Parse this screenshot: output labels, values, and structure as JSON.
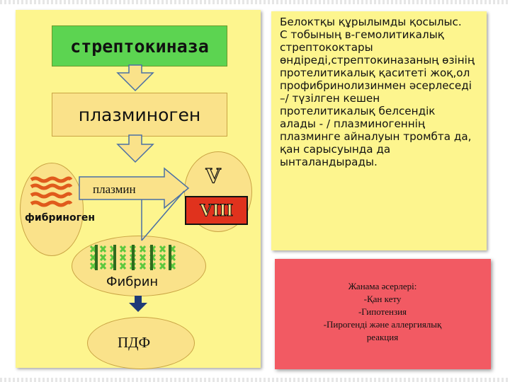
{
  "diagram": {
    "streptokinase": "стрептокиназа",
    "plasminogen": "плазминоген",
    "plasmin": "плазмин",
    "fibrinogen": "фибриноген",
    "factor_v": "V",
    "factor_viii": "VIII",
    "fibrin": "Фибрин",
    "pdf": "ПДФ"
  },
  "description": {
    "lines": [
      "Белоктқы құрылымды қосылыс.",
      "С тобының в-гемолитикалық",
      "стрептококтары",
      "өндіреді,стрептокиназаның өзінің",
      "протелитикалық қаситеті  жоқ,ол",
      "профибринолизинмен әсерлеседі",
      "–/ түзілген кешен",
      "протелитикалық белсендік",
      "алады  - / плазминогеннің",
      "плазминге айналуын тромбта да,",
      "қан сарысуында да",
      "ынталандырады."
    ]
  },
  "side_effects": {
    "title": "Жанама әсерлері:",
    "items": [
      "-Қан кету",
      "-Гипотензия",
      "-Пирогенді және аллергиялық",
      "реакция"
    ]
  },
  "colors": {
    "panel_yellow": "#fdf58e",
    "box_green": "#5cd451",
    "box_tan": "#fae28a",
    "panel_red": "#f25a63",
    "factor_red": "#e0321d",
    "fibrin_green": "#5cc83e",
    "fibrin_dark": "#2f6b1f"
  }
}
